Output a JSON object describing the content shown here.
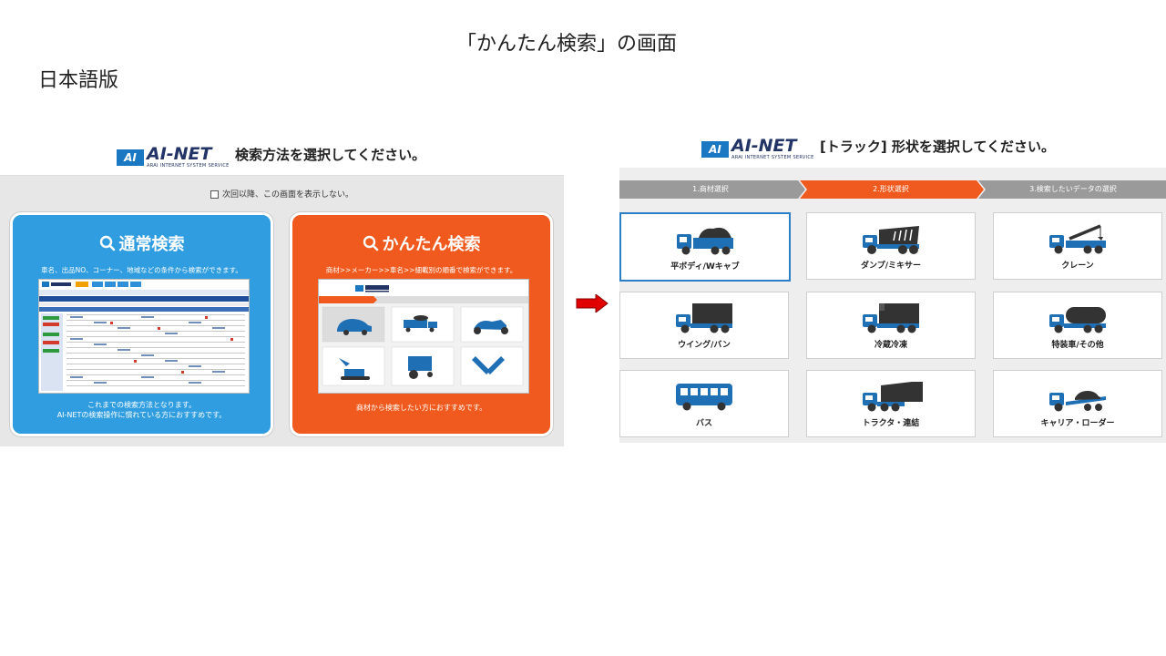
{
  "slide": {
    "title": "「かんたん検索」の画面",
    "subtitle": "日本語版"
  },
  "logo": {
    "mark": "AI",
    "name": "AI-NET",
    "tagline": "ARAI INTERNET SYSTEM SERVICE"
  },
  "left": {
    "header_text": "検索方法を選択してください。",
    "checkbox_label": "次回以降、この画面を表示しない。",
    "normal": {
      "title": "通常検索",
      "desc": "車名、出品NO、コーナー、地域などの条件から検索ができます。",
      "foot_line1": "これまでの検索方法となります。",
      "foot_line2": "AI-NETの検索操作に慣れている方におすすめです。"
    },
    "easy": {
      "title": "かんたん検索",
      "desc": "商材>>メーカー>>車名>>細載別の順番で検索ができます。",
      "foot": "商材から検索したい方におすすめです。",
      "mini_header": "形状を選択してください。"
    }
  },
  "right": {
    "header_text": "[トラック] 形状を選択してください。",
    "steps": [
      "1.商材選択",
      "2.形状選択",
      "3.検索したいデータの選択"
    ],
    "tiles": [
      {
        "label": "平ボディ/Wキャブ",
        "icon": "flatbed-truck-icon"
      },
      {
        "label": "ダンプ/ミキサー",
        "icon": "dump-truck-icon"
      },
      {
        "label": "クレーン",
        "icon": "crane-truck-icon"
      },
      {
        "label": "ウイング/バン",
        "icon": "van-truck-icon"
      },
      {
        "label": "冷蔵冷凍",
        "icon": "refrigerated-truck-icon"
      },
      {
        "label": "特装車/その他",
        "icon": "tanker-truck-icon"
      },
      {
        "label": "バス",
        "icon": "bus-icon"
      },
      {
        "label": "トラクタ・連結",
        "icon": "tractor-trailer-icon"
      },
      {
        "label": "キャリア・ローダー",
        "icon": "car-carrier-icon"
      }
    ]
  },
  "colors": {
    "blue": "#2f9de0",
    "orange": "#f05a1e",
    "step_gray": "#9a9a9a",
    "icon_blue": "#1f6fb5",
    "arrow_red": "#e00000"
  }
}
